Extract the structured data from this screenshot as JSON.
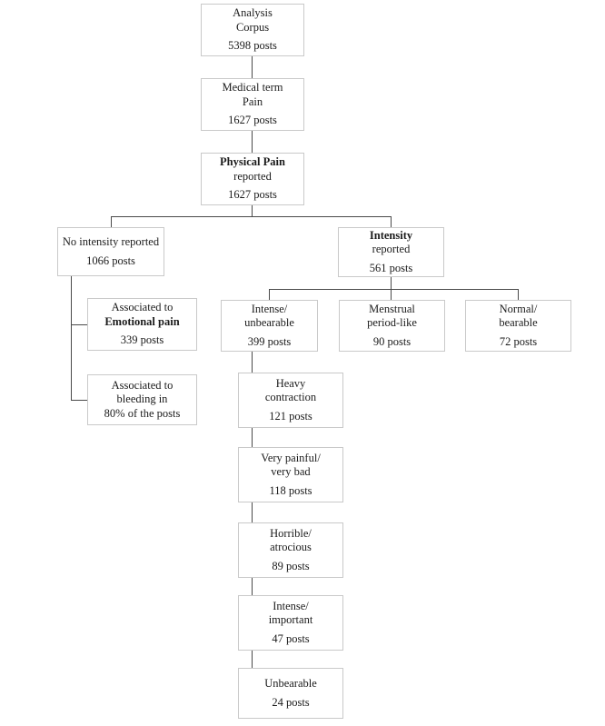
{
  "diagram": {
    "title": "Physical pain analysis flowchart",
    "unit_label": "posts",
    "colors": {
      "box_border": "#c9c9c9",
      "edge": "#4a4a4a",
      "text": "#1b1b1b",
      "background": "#ffffff"
    }
  },
  "nodes": {
    "analysis_corpus": {
      "line1": "Analysis",
      "line2": "Corpus",
      "count": "5398 posts"
    },
    "medical_term_pain": {
      "line1": "Medical term",
      "line2": "Pain",
      "count": "1627 posts"
    },
    "physical_pain": {
      "line1": "Physical Pain",
      "line2": "reported",
      "count": "1627 posts"
    },
    "no_intensity": {
      "line1": "No intensity reported",
      "line2": "",
      "count": "1066 posts"
    },
    "intensity_reported": {
      "line1": "Intensity",
      "line2": "reported",
      "count": "561 posts"
    },
    "emotional_pain": {
      "line1": "Associated to",
      "line2": "Emotional pain",
      "count": "339 posts"
    },
    "bleeding": {
      "line1": "Associated to",
      "line2": "bleeding in",
      "count": "80% of the posts"
    },
    "intense_unbearable": {
      "line1": "Intense/",
      "line2": "unbearable",
      "count": "399 posts"
    },
    "menstrual": {
      "line1": "Menstrual",
      "line2": "period-like",
      "count": "90 posts"
    },
    "normal_bearable": {
      "line1": "Normal/",
      "line2": "bearable",
      "count": "72 posts"
    },
    "heavy_contraction": {
      "line1": "Heavy",
      "line2": "contraction",
      "count": "121 posts"
    },
    "very_painful": {
      "line1": "Very painful/",
      "line2": "very bad",
      "count": "118 posts"
    },
    "horrible": {
      "line1": "Horrible/",
      "line2": "atrocious",
      "count": "89 posts"
    },
    "intense_important": {
      "line1": "Intense/",
      "line2": "important",
      "count": "47 posts"
    },
    "unbearable": {
      "line1": "Unbearable",
      "line2": "",
      "count": "24 posts"
    }
  },
  "chart_data": {
    "type": "diagram",
    "title": "Physical pain reported in posts",
    "hierarchy": [
      {
        "id": "analysis_corpus",
        "label": "Analysis Corpus",
        "value": 5398,
        "unit": "posts",
        "children": [
          {
            "id": "medical_term_pain",
            "label": "Medical term Pain",
            "value": 1627,
            "unit": "posts",
            "children": [
              {
                "id": "physical_pain",
                "label": "Physical Pain reported",
                "value": 1627,
                "unit": "posts",
                "children": [
                  {
                    "id": "no_intensity",
                    "label": "No intensity reported",
                    "value": 1066,
                    "unit": "posts",
                    "children": [
                      {
                        "id": "emotional_pain",
                        "label": "Associated to Emotional pain",
                        "value": 339,
                        "unit": "posts"
                      },
                      {
                        "id": "bleeding",
                        "label": "Associated to bleeding in",
                        "value": 80,
                        "unit": "% of the posts"
                      }
                    ]
                  },
                  {
                    "id": "intensity_reported",
                    "label": "Intensity reported",
                    "value": 561,
                    "unit": "posts",
                    "children": [
                      {
                        "id": "intense_unbearable",
                        "label": "Intense/unbearable",
                        "value": 399,
                        "unit": "posts",
                        "children": [
                          {
                            "id": "heavy_contraction",
                            "label": "Heavy contraction",
                            "value": 121,
                            "unit": "posts"
                          },
                          {
                            "id": "very_painful",
                            "label": "Very painful/very bad",
                            "value": 118,
                            "unit": "posts"
                          },
                          {
                            "id": "horrible",
                            "label": "Horrible/atrocious",
                            "value": 89,
                            "unit": "posts"
                          },
                          {
                            "id": "intense_important",
                            "label": "Intense/important",
                            "value": 47,
                            "unit": "posts"
                          },
                          {
                            "id": "unbearable",
                            "label": "Unbearable",
                            "value": 24,
                            "unit": "posts"
                          }
                        ]
                      },
                      {
                        "id": "menstrual",
                        "label": "Menstrual period-like",
                        "value": 90,
                        "unit": "posts"
                      },
                      {
                        "id": "normal_bearable",
                        "label": "Normal/bearable",
                        "value": 72,
                        "unit": "posts"
                      }
                    ]
                  }
                ]
              }
            ]
          }
        ]
      }
    ]
  }
}
